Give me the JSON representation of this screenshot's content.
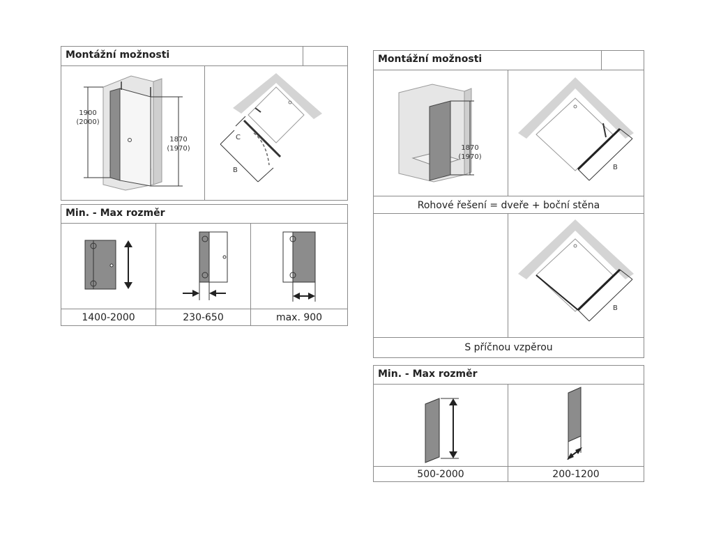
{
  "left": {
    "mounting": {
      "title": "Montážní možnosti",
      "height_outer": "1900",
      "height_outer_alt": "(2000)",
      "height_inner": "1870",
      "height_inner_alt": "(1970)",
      "dim_c": "C",
      "dim_b": "B"
    },
    "sizes": {
      "title": "Min. - Max rozměr",
      "labels": [
        "1400-2000",
        "230-650",
        "max. 900"
      ]
    }
  },
  "right": {
    "mounting": {
      "title": "Montážní možnosti",
      "height": "1870",
      "height_alt": "(1970)",
      "dim_b_top": "B",
      "caption_corner": "Rohové řešení = dveře + boční stěna",
      "dim_b_bottom": "B",
      "caption_strut": "S příčnou vzpěrou"
    },
    "sizes": {
      "title": "Min. - Max rozměr",
      "labels": [
        "500-2000",
        "200-1200"
      ]
    }
  },
  "colors": {
    "border": "#8a8a8a",
    "wall": "#d4d4d4",
    "glass": "#8c8c8c",
    "line": "#333333"
  }
}
